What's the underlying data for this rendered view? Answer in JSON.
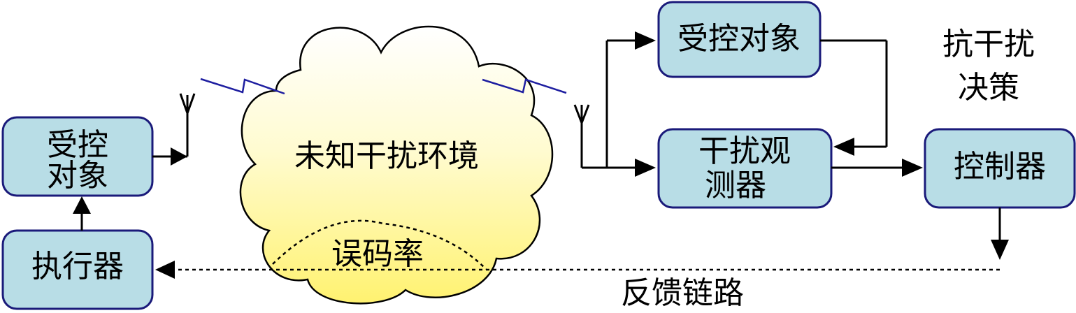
{
  "nodes": {
    "plant_left": {
      "line1": "受控",
      "line2": "对象"
    },
    "actuator": {
      "label": "执行器"
    },
    "plant_right": {
      "label": "受控对象"
    },
    "observer": {
      "line1": "干扰观",
      "line2": "测器"
    },
    "controller": {
      "label": "控制器"
    }
  },
  "labels": {
    "environment": "未知干扰环境",
    "ber": "误码率",
    "decision_line1": "抗干扰",
    "decision_line2": "决策",
    "feedback": "反馈链路"
  },
  "colors": {
    "box_fill": "#b8dde6",
    "box_stroke": "#1a1a7a",
    "cloud_top": "#ffffff",
    "cloud_bottom": "#fff270",
    "wave": "#1e1ea0"
  }
}
